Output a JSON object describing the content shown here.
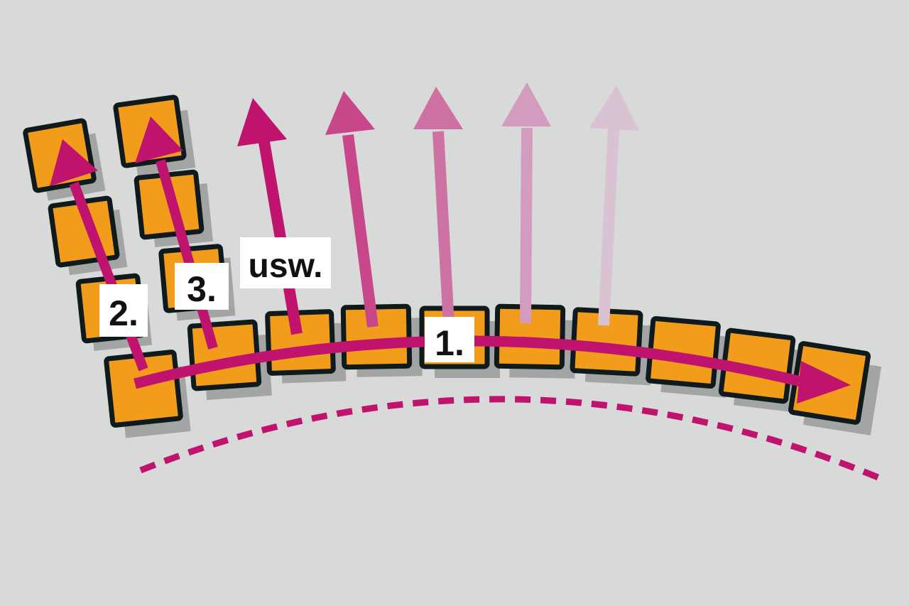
{
  "labels": {
    "step1": "1.",
    "step2": "2.",
    "step3": "3.",
    "etc": "usw."
  },
  "colors": {
    "background": "#d8d9d9",
    "stone_fill": "#f29c1c",
    "stone_outline": "#0e1a1b",
    "shadow": "#a3a4a4",
    "arrow_main": "#c0136e",
    "arrow_fade": [
      "#c0136e",
      "#c7478a",
      "#cd72a3",
      "#d39bbd",
      "#d9c3d2"
    ],
    "label_bg": "#ffffff",
    "label_text": "#111111"
  },
  "icons": {
    "stone": "paving-stone-icon",
    "arrow": "arrow-icon",
    "dashed_curve": "dashed-curve-icon"
  }
}
